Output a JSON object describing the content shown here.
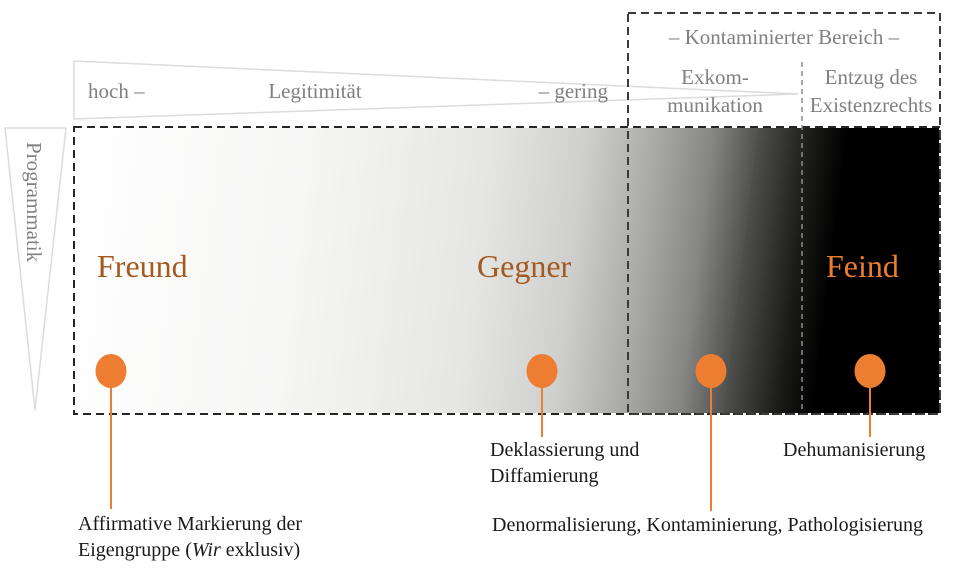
{
  "colors": {
    "accent_orange": "#ED7D31",
    "zone_brown": "#A4591F",
    "gray_text": "#808080",
    "light_outline": "#DCDCDC",
    "box_border": "#262626"
  },
  "left_axis": {
    "label": "Programmatik"
  },
  "top_axis": {
    "high": "hoch –",
    "label": "Legitimität",
    "low": "– gering"
  },
  "contaminated_area": {
    "title": "– Kontaminierter Bereich –",
    "excommunication_line1": "Exkom-",
    "excommunication_line2": "munikation",
    "withdrawal_line1": "Entzug des",
    "withdrawal_line2": "Existenzrechts"
  },
  "zones": {
    "friend": "Freund",
    "opponent": "Gegner",
    "enemy": "Feind"
  },
  "annotations": {
    "affirmative_line1": "Affirmative Markierung der",
    "affirmative_line2_pre": "Eigengruppe (",
    "affirmative_line2_italic": "Wir",
    "affirmative_line2_post": " exklusiv)",
    "deklassierung_line1": "Deklassierung und",
    "deklassierung_line2": "Diffamierung",
    "denormalisierung": "Denormalisierung, Kontaminierung, Pathologisierung",
    "dehumanisierung": "Dehumanisierung"
  }
}
